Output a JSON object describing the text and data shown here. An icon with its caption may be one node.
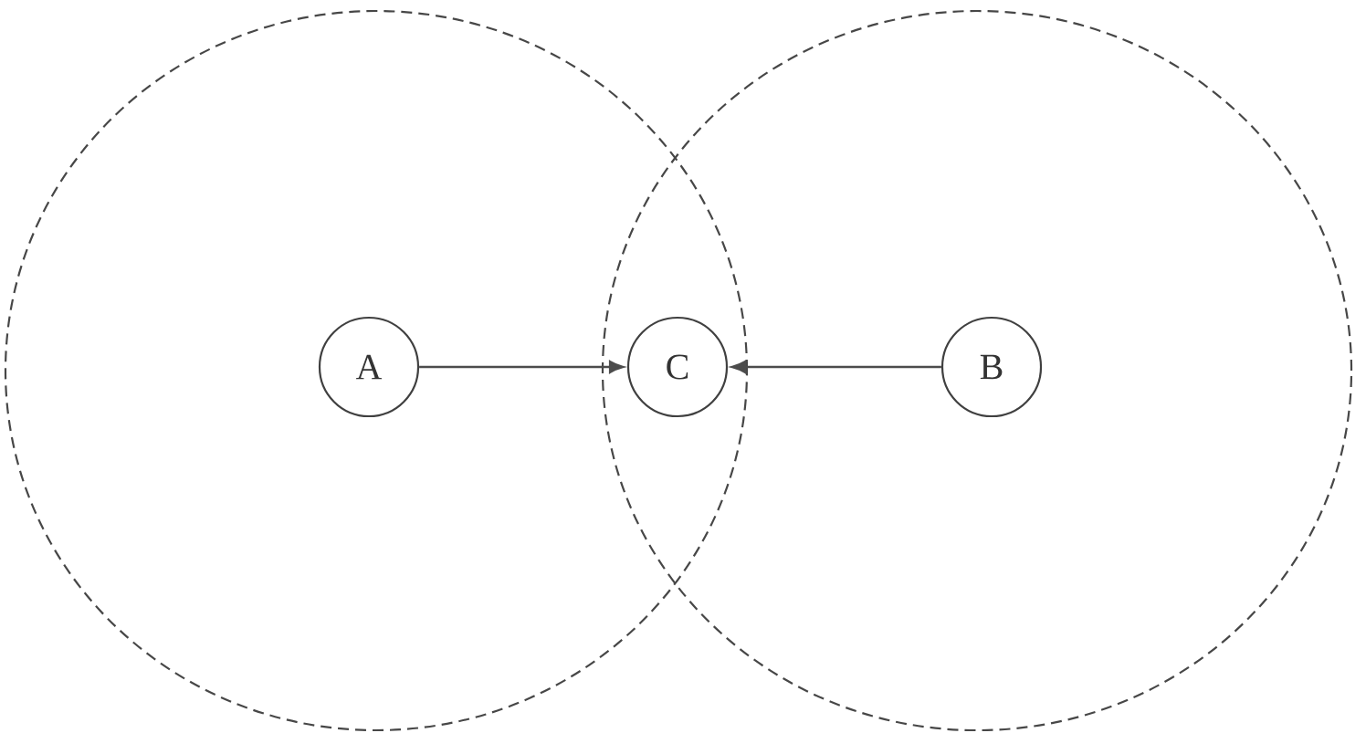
{
  "diagram": {
    "nodes": [
      {
        "text": [],
        "shape": "circle"
      },
      {
        "text": [],
        "shape": "circle"
      },
      {
        "text": [
          "A"
        ],
        "in": 0
      },
      {
        "text": [
          "C"
        ]
      },
      {
        "text": [
          "B"
        ],
        "in": 1
      }
    ],
    "edges": [
      {
        "from": 2,
        "to": 3,
        "arrow": "to"
      },
      {
        "from": 4,
        "to": 3,
        "arrow": "to"
      }
    ]
  }
}
